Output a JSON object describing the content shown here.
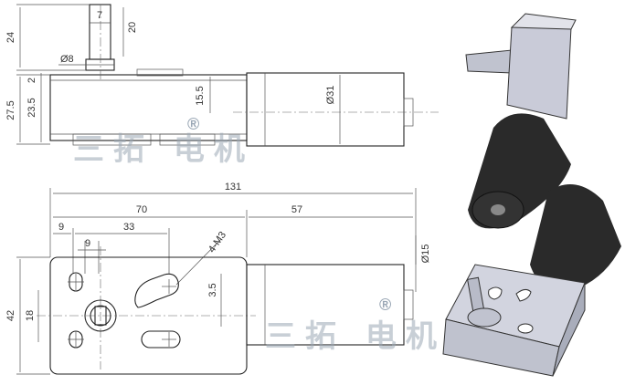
{
  "top_view": {
    "dims": {
      "h_24": "24",
      "h_20": "20",
      "w_7": "7",
      "phi_8": "Ø8",
      "h_2": "2",
      "h_27_5": "27.5",
      "h_23_5": "23.5",
      "h_15_5": "15.5",
      "phi_31": "Ø31"
    }
  },
  "front_view": {
    "dims": {
      "overall_131": "131",
      "w_70": "70",
      "w_57": "57",
      "w_9a": "9",
      "w_33": "33",
      "w_9b": "9",
      "thread": "4-M3",
      "h_42": "42",
      "h_18": "18",
      "h_3_5": "3.5",
      "phi_15": "Ø15"
    }
  },
  "watermark": {
    "brand": "三拓 电机",
    "registered": "®"
  },
  "colors": {
    "motor_can": "#2a2a2a",
    "gearbox": "#c9cbd8",
    "shaft": "#b8bbc8",
    "watermark": "#9aa7b5"
  }
}
